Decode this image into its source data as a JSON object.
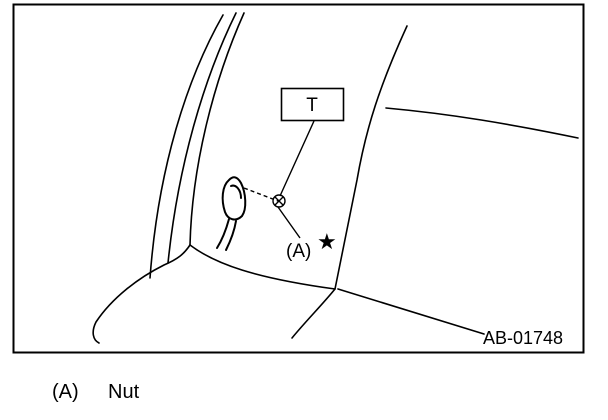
{
  "diagram": {
    "torque_box_label": "T",
    "callout_label": "(A)",
    "star_symbol": "★",
    "figure_id": "AB-01748"
  },
  "legend": [
    {
      "key": "(A)",
      "text": "Nut"
    }
  ]
}
